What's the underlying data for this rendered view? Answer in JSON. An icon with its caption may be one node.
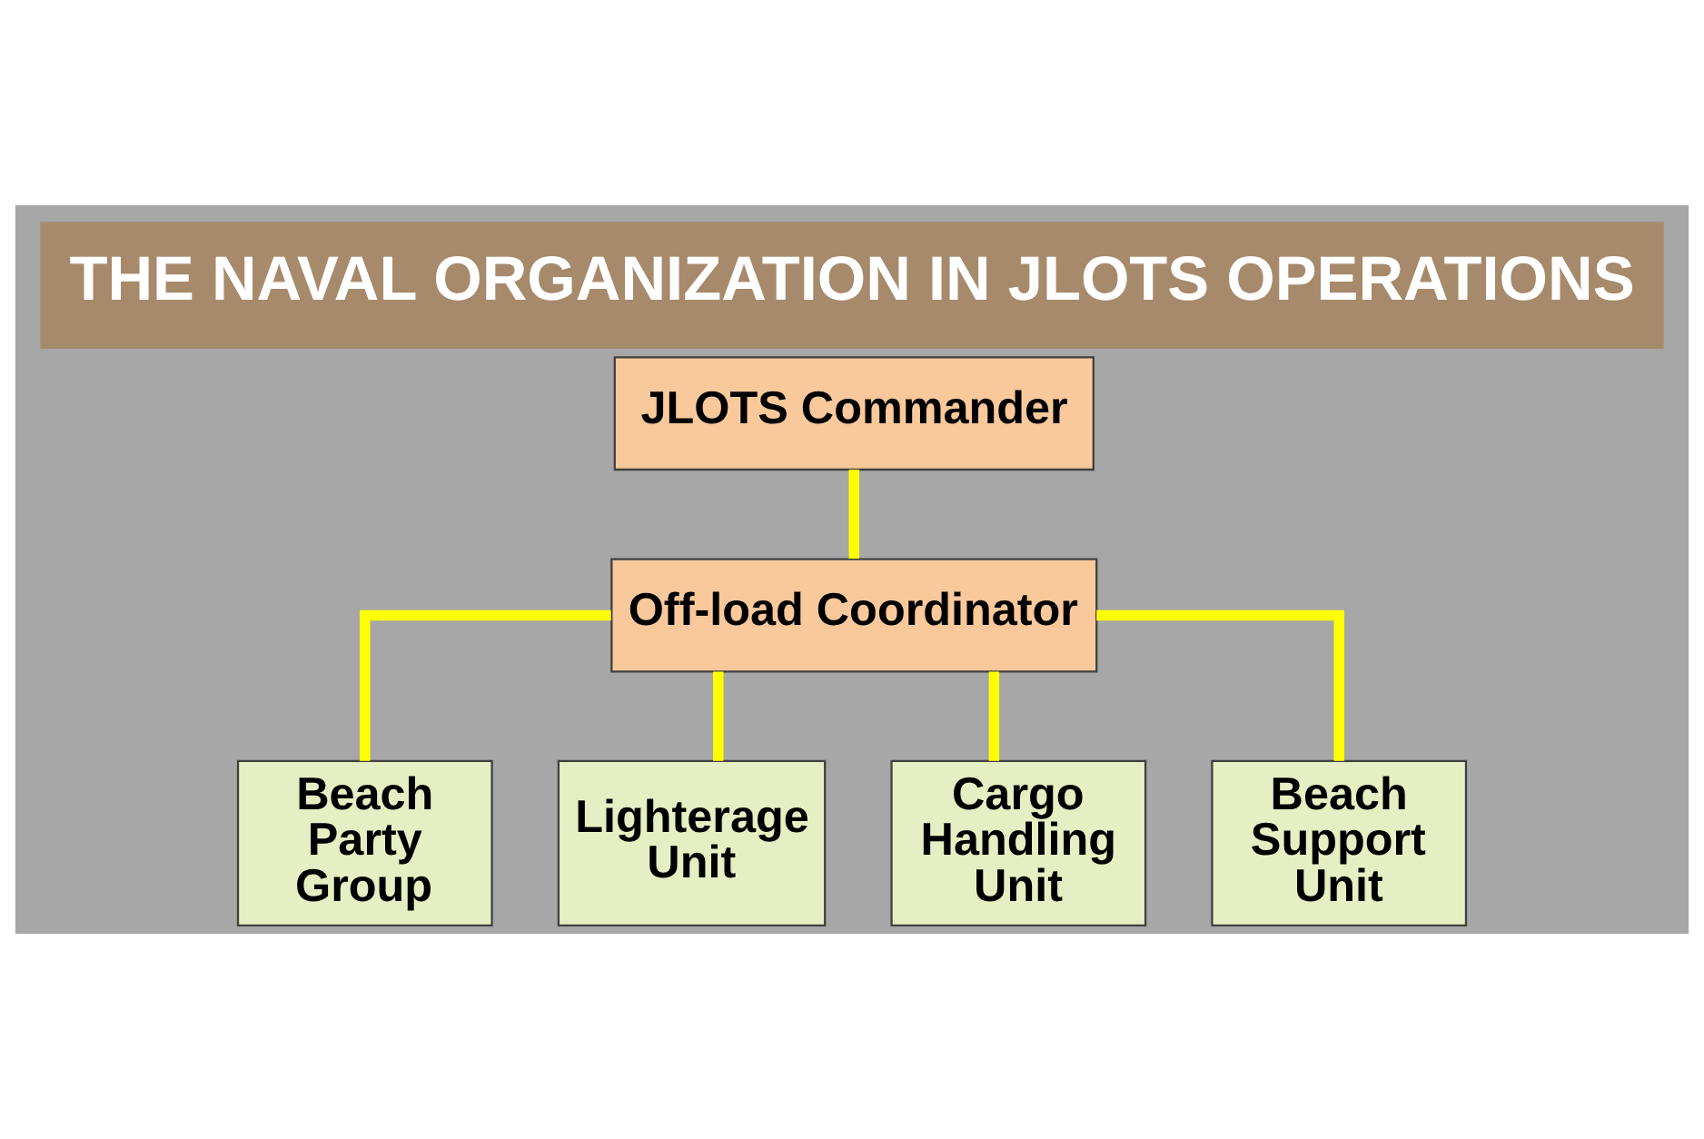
{
  "diagram": {
    "title": "THE NAVAL ORGANIZATION IN JLOTS OPERATIONS",
    "nodes": [
      {
        "text": [
          "JLOTS Commander"
        ]
      },
      {
        "text": [
          "Off-load Coordinator"
        ]
      },
      {
        "text": [
          "Beach Party Group"
        ]
      },
      {
        "text": [
          "Lighterage Unit"
        ]
      },
      {
        "text": [
          "Cargo Handling Unit"
        ]
      },
      {
        "text": [
          "Beach Support Unit"
        ]
      }
    ],
    "edges": [
      {
        "from": 0,
        "to": 1,
        "arrow": "none"
      },
      {
        "from": 1,
        "to": 2,
        "arrow": "none"
      },
      {
        "from": 1,
        "to": 3,
        "arrow": "none"
      },
      {
        "from": 1,
        "to": 4,
        "arrow": "none"
      },
      {
        "from": 1,
        "to": 5,
        "arrow": "none"
      }
    ]
  }
}
